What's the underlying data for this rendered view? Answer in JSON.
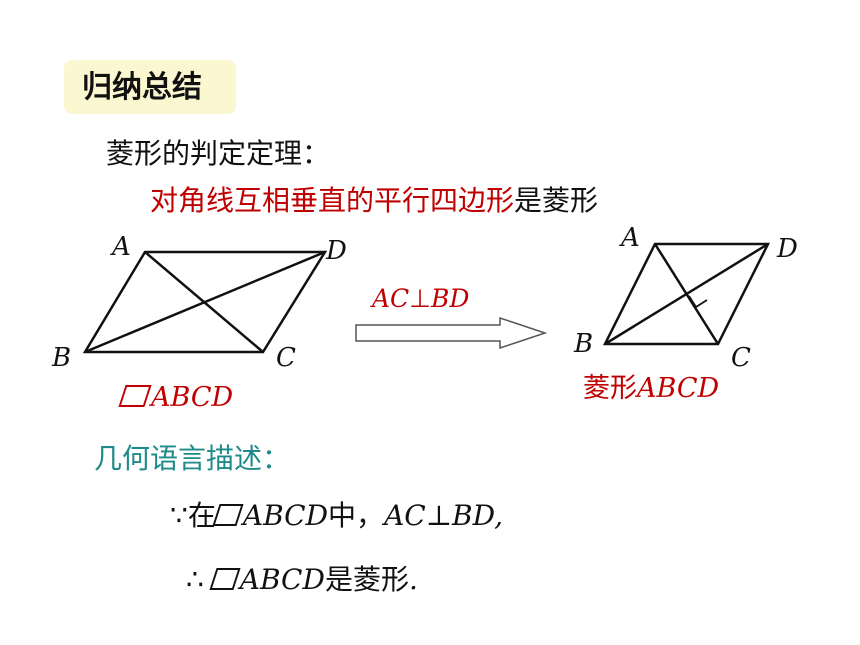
{
  "badge": {
    "title": "归纳总结"
  },
  "heading": "菱形的判定定理：",
  "theorem": {
    "red_part": "对角线互相垂直的平行四边形",
    "black_part": "是菱形"
  },
  "left_figure": {
    "labels": {
      "A": "A",
      "B": "B",
      "C": "C",
      "D": "D"
    },
    "caption_name": "ABCD"
  },
  "condition": {
    "lhs": "AC",
    "op": "⊥",
    "rhs": "BD"
  },
  "right_figure": {
    "labels": {
      "A": "A",
      "B": "B",
      "C": "C",
      "D": "D"
    },
    "caption_prefix": "菱形",
    "caption_name": "ABCD"
  },
  "geometric_language": {
    "title": "几何语言描述：",
    "line1": {
      "because": "∵",
      "in": "在",
      "name": "ABCD",
      "mid": "中，",
      "cond": "AC⊥BD",
      "end": ","
    },
    "line2": {
      "therefore": "∴",
      "name": "ABCD",
      "suffix": "是菱形",
      "end": "."
    }
  },
  "colors": {
    "red": "#c00000",
    "teal": "#1f8a8a",
    "badge_bg": "#fbf7d0"
  }
}
